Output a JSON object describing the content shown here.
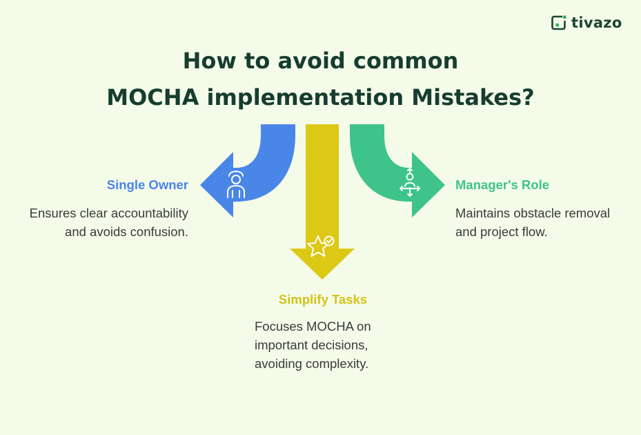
{
  "brand": {
    "logo_text": "tivazo",
    "logo_icon": "tivazo-logo-icon",
    "logo_color": "#2fb35a"
  },
  "title": {
    "line1": "How to avoid common",
    "line2": "MOCHA implementation Mistakes?"
  },
  "items": [
    {
      "id": "single-owner",
      "label": "Single Owner",
      "desc_line1": "Ensures clear accountability",
      "desc_line2": "and avoids confusion.",
      "icon": "person-icon",
      "color": "#4a86e8"
    },
    {
      "id": "simplify-tasks",
      "label": "Simplify Tasks",
      "desc_line1": "Focuses MOCHA on",
      "desc_line2": "important decisions,",
      "desc_line3": "avoiding complexity.",
      "icon": "star-check-icon",
      "color": "#dcc915"
    },
    {
      "id": "managers-role",
      "label": "Manager's Role",
      "desc_line1": "Maintains obstacle removal",
      "desc_line2": "and project flow.",
      "icon": "person-arrows-icon",
      "color": "#3ec48a"
    }
  ]
}
